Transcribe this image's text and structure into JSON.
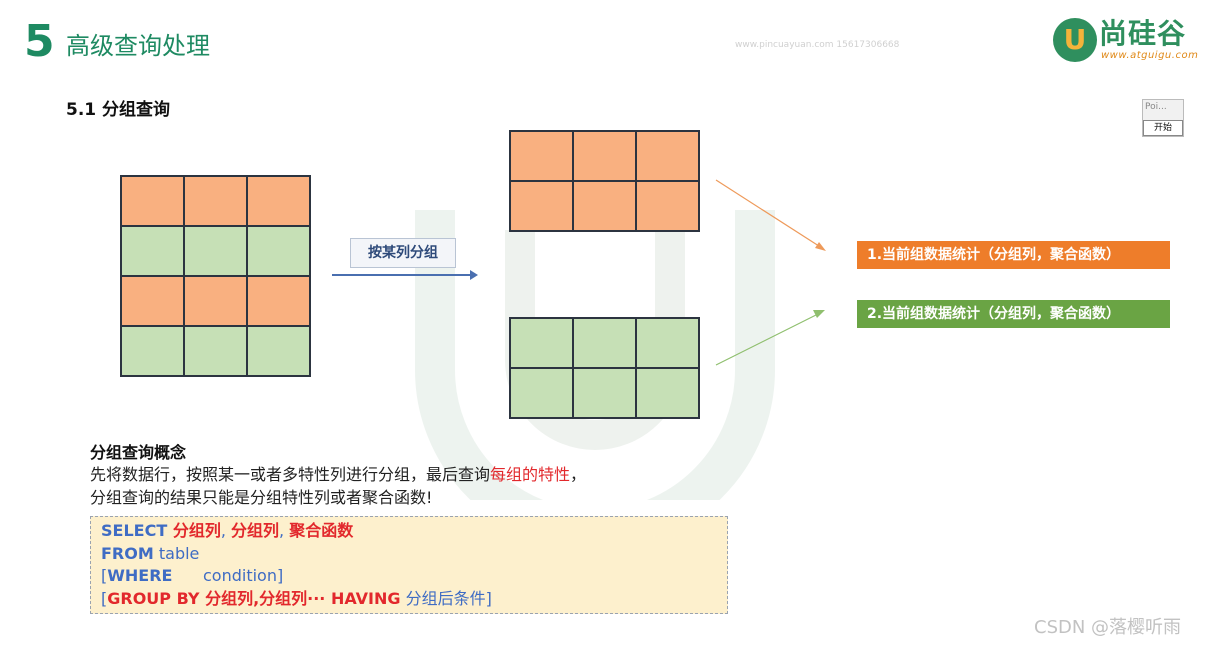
{
  "header": {
    "chapter_number": "5",
    "chapter_title": "高级查询处理",
    "watermark": "www.pincuayuan.com 15617306668"
  },
  "logo": {
    "glyph": "U",
    "name": "尚硅谷",
    "url": "www.atguigu.com",
    "colors": {
      "green": "#2f8f5e",
      "orange": "#f4b33a"
    }
  },
  "poi_widget": {
    "label": "Poi...",
    "button_label": "开始"
  },
  "section_title": "5.1 分组查询",
  "diagram": {
    "source_grid_rows": [
      "orange",
      "green",
      "orange",
      "green"
    ],
    "group_top_rows": [
      "orange",
      "orange"
    ],
    "group_bottom_rows": [
      "green",
      "green"
    ],
    "split_label": "按某列分组",
    "result1": "1.当前组数据统计（分组列，聚合函数）",
    "result2": "2.当前组数据统计（分组列，聚合函数）",
    "colors": {
      "orange": "#f9b080",
      "green": "#c6e0b6",
      "result_orange": "#ee7d2a",
      "result_green": "#6aa444"
    }
  },
  "concept": {
    "title": "分组查询概念",
    "line1_prefix": "先将数据行，按照某一或者多特性列进行分组，最后查询",
    "line1_highlight": "每组的特性",
    "line1_suffix": "，",
    "line2": "分组查询的结果只能是分组特性列或者聚合函数!"
  },
  "sql": {
    "l1_kw": "SELECT ",
    "l1_a": "分组列",
    "l1_sep1": ", ",
    "l1_b": "分组列",
    "l1_sep2": ", ",
    "l1_c": "聚合函数",
    "l2_kw": "FROM",
    "l2_rest": " table",
    "l3_open": "[",
    "l3_kw": "WHERE",
    "l3_rest": "      condition]",
    "l4_open": "[",
    "l4_kw": "GROUP BY 分组列,分组列··· HAVING",
    "l4_rest": " 分组后条件]"
  },
  "footer_watermark": "CSDN @落樱听雨"
}
